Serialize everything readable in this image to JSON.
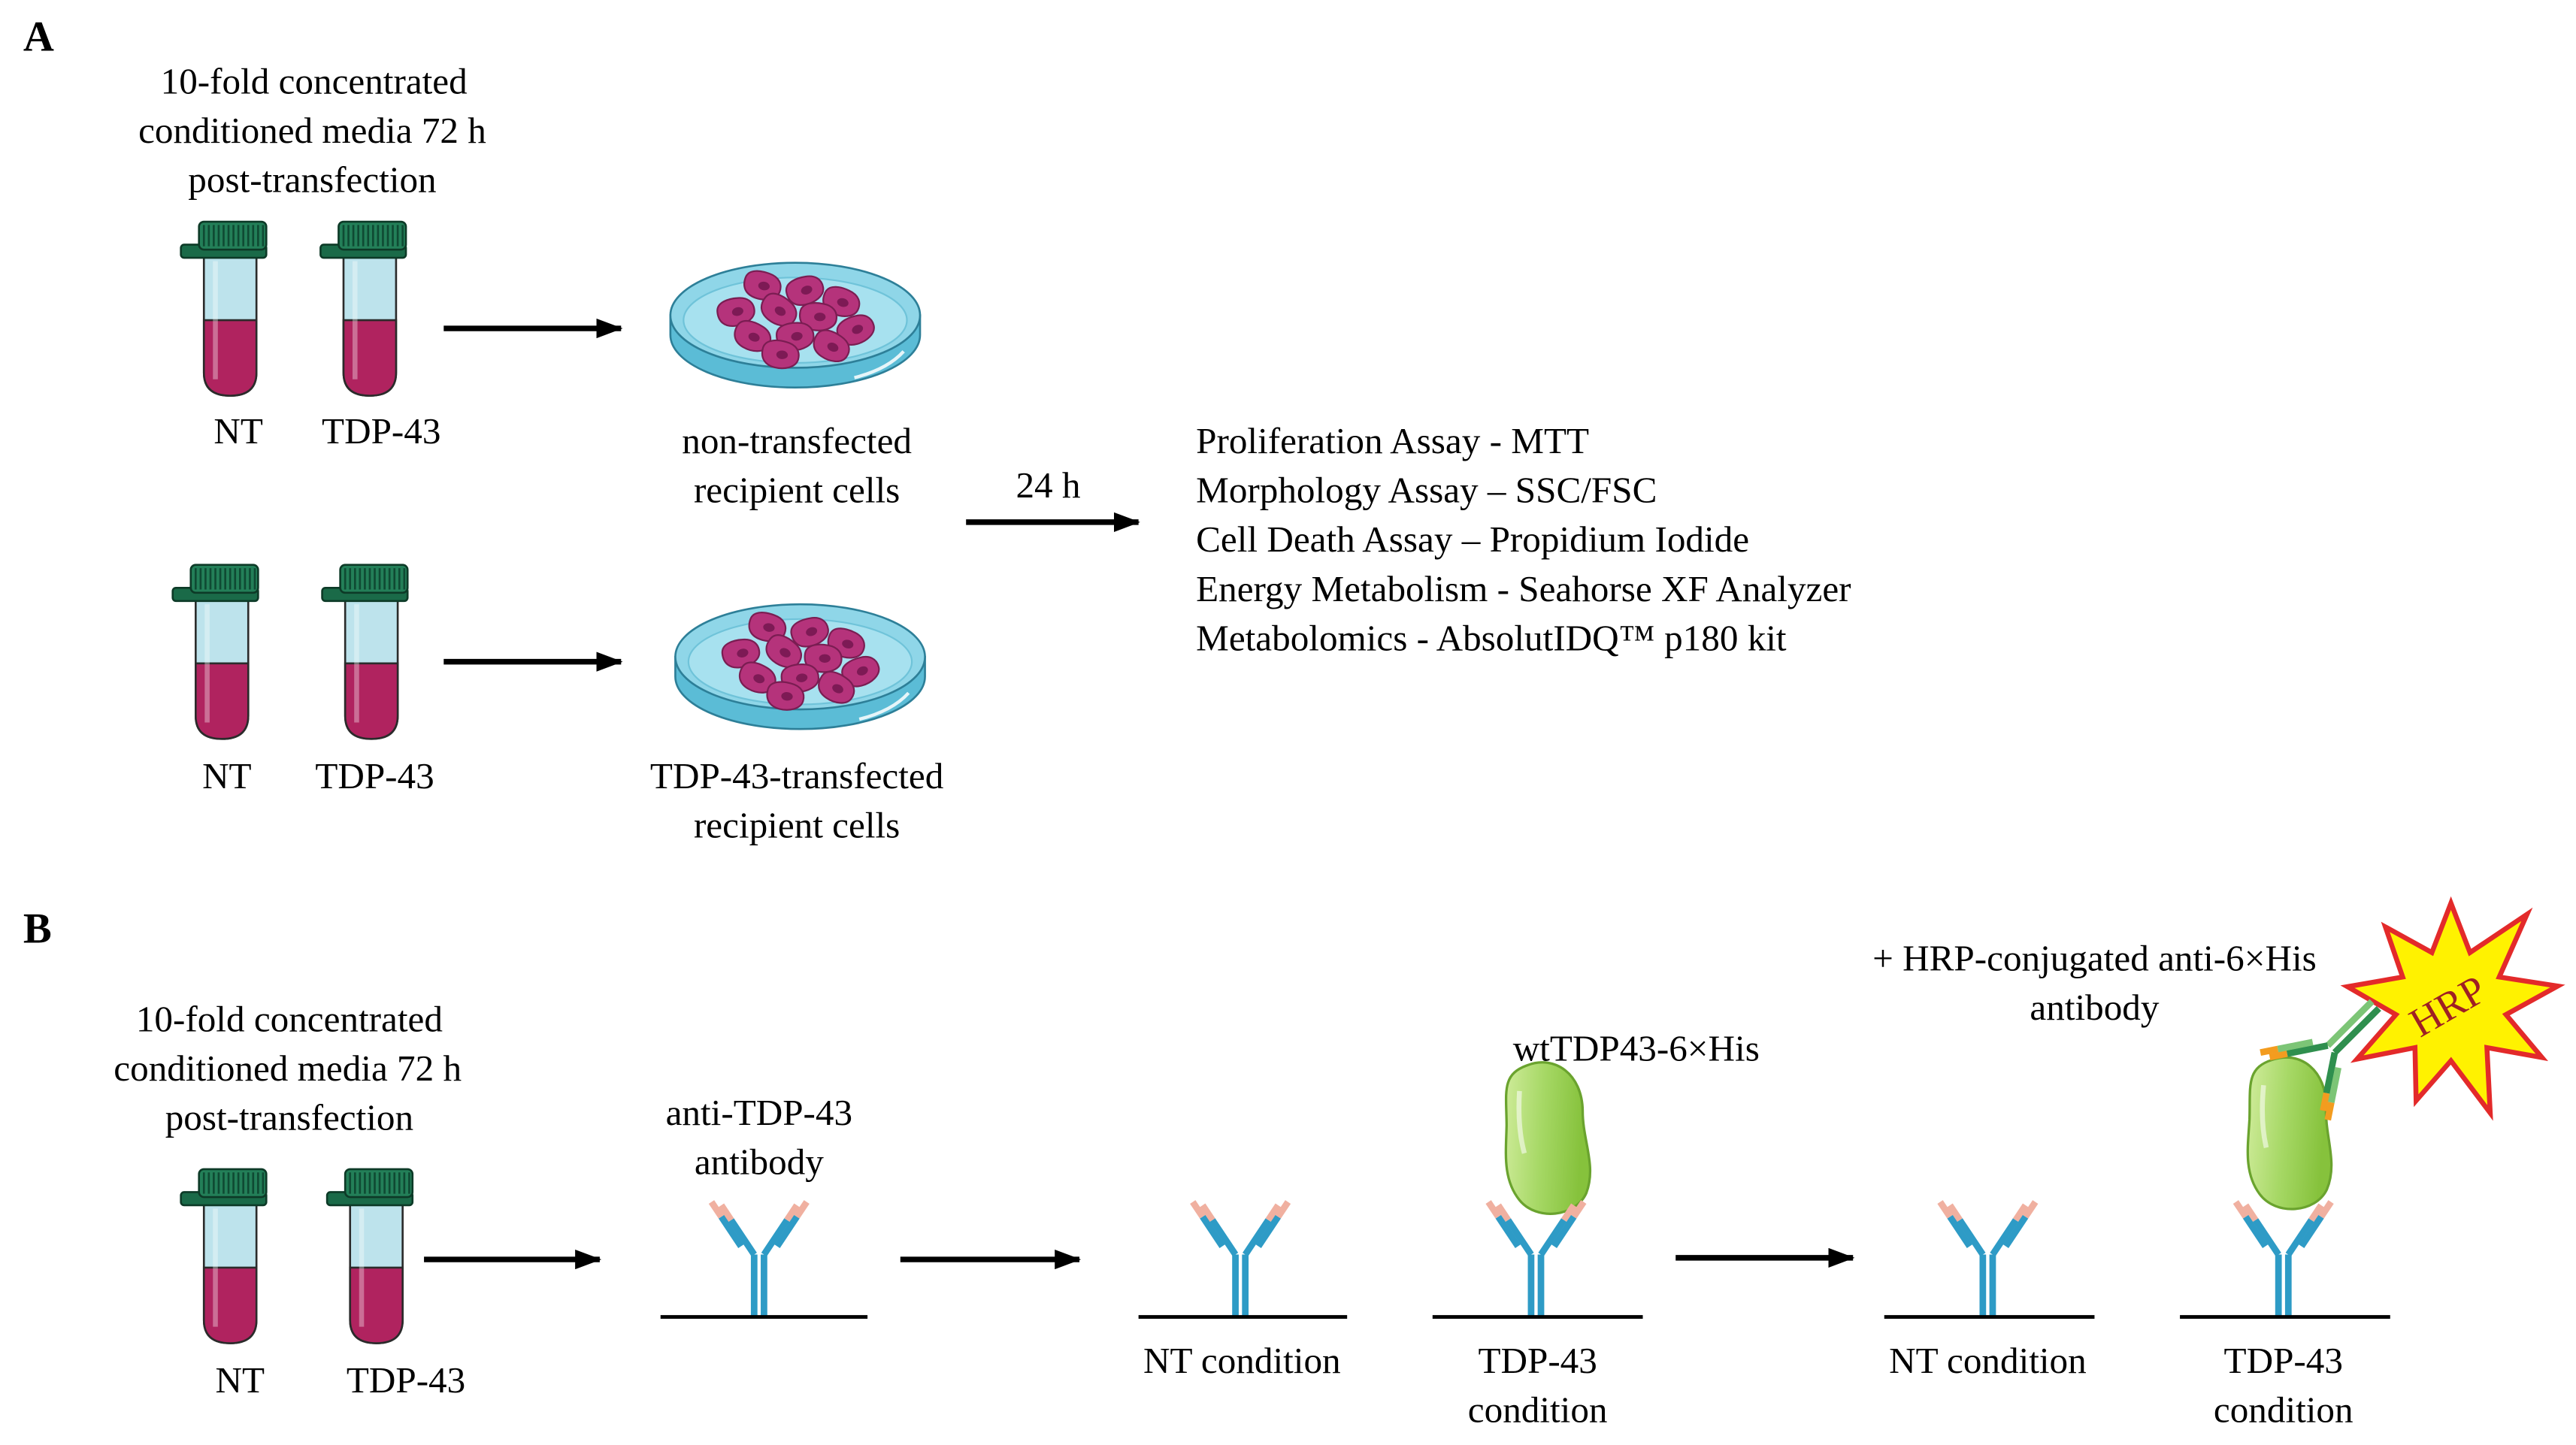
{
  "panel_a": {
    "label": "A",
    "media_text": [
      "10-fold concentrated",
      "conditioned media 72 h",
      "post-transfection"
    ],
    "row1": {
      "tube_labels": [
        "NT",
        "TDP-43"
      ],
      "recipient": [
        "non-transfected",
        "recipient cells"
      ]
    },
    "row2": {
      "tube_labels": [
        "NT",
        "TDP-43"
      ],
      "recipient": [
        "TDP-43-transfected",
        "recipient cells"
      ]
    },
    "incubation": "24 h",
    "assays": [
      "Proliferation Assay - MTT",
      "Morphology Assay – SSC/FSC",
      "Cell Death Assay – Propidium Iodide",
      "Energy Metabolism - Seahorse XF Analyzer",
      "Metabolomics - AbsolutIDQ™ p180 kit"
    ]
  },
  "panel_b": {
    "label": "B",
    "media_text": [
      "10-fold concentrated",
      "conditioned media 72 h",
      "post-transfection"
    ],
    "tube_labels": [
      "NT",
      "TDP-43"
    ],
    "capture_antibody_label": [
      "anti-TDP-43",
      "antibody"
    ],
    "binding_step": {
      "protein_label": "wtTDP43-6×His",
      "nt_condition": "NT condition",
      "tdp_condition": [
        "TDP-43",
        "condition"
      ]
    },
    "detection_step": {
      "antibody_label": [
        "+ HRP-conjugated anti-6×His",
        "antibody"
      ],
      "enzyme_label": "HRP",
      "nt_condition": "NT condition",
      "tdp_condition": [
        "TDP-43",
        "condition"
      ]
    }
  },
  "colors": {
    "tube_cap": "#237f58",
    "tube_glass": "#bde3ec",
    "liquid": "#b0235f",
    "dish": "#8fd6e8",
    "cell": "#b5337b",
    "capture_antibody": "#2e9bc6",
    "antibody_tip": "#f0b0a0",
    "protein": "#9fd45a",
    "detection_antibody": "#2f8f4e",
    "detection_tip": "#f39c1f",
    "hrp_star": "#fff200",
    "hrp_outline": "#e32a2a"
  }
}
